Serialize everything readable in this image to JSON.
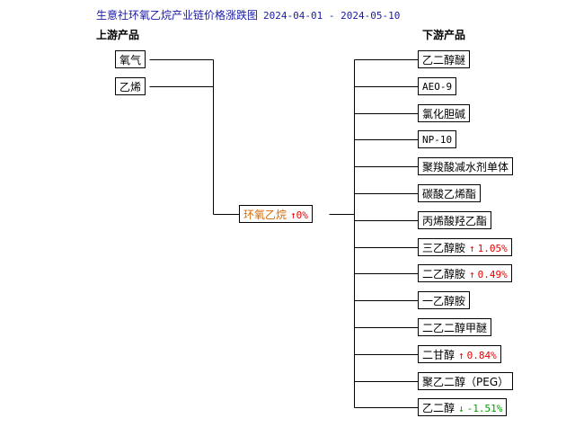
{
  "title": "生意社环氧乙烷产业链价格涨跌图",
  "date_range": "2024-04-01 - 2024-05-10",
  "upstream_label": "上游产品",
  "downstream_label": "下游产品",
  "upstream": [
    {
      "name": "氧气"
    },
    {
      "name": "乙烯"
    }
  ],
  "center": {
    "name": "环氧乙烷",
    "arrow": "↑",
    "change": "0%"
  },
  "downstream": [
    {
      "name": "乙二醇醚",
      "arrow": "",
      "change": ""
    },
    {
      "name": "AEO-9",
      "arrow": "",
      "change": ""
    },
    {
      "name": "氯化胆碱",
      "arrow": "",
      "change": ""
    },
    {
      "name": "NP-10",
      "arrow": "",
      "change": ""
    },
    {
      "name": "聚羧酸减水剂单体",
      "arrow": "",
      "change": ""
    },
    {
      "name": "碳酸乙烯酯",
      "arrow": "",
      "change": ""
    },
    {
      "name": "丙烯酸羟乙酯",
      "arrow": "",
      "change": ""
    },
    {
      "name": "三乙醇胺",
      "arrow": "↑",
      "change": "1.05%"
    },
    {
      "name": "二乙醇胺",
      "arrow": "↑",
      "change": "0.49%"
    },
    {
      "name": "一乙醇胺",
      "arrow": "",
      "change": ""
    },
    {
      "name": "二乙二醇甲醚",
      "arrow": "",
      "change": ""
    },
    {
      "name": "二甘醇",
      "arrow": "↑",
      "change": "0.84%"
    },
    {
      "name": "聚乙二醇（PEG）",
      "arrow": "",
      "change": ""
    },
    {
      "name": "乙二醇",
      "arrow": "↓",
      "change": "-1.51%"
    }
  ],
  "colors": {
    "title": "#1a1aa8",
    "center": "#d46b08",
    "up": "#e60000",
    "down": "#00a000"
  }
}
